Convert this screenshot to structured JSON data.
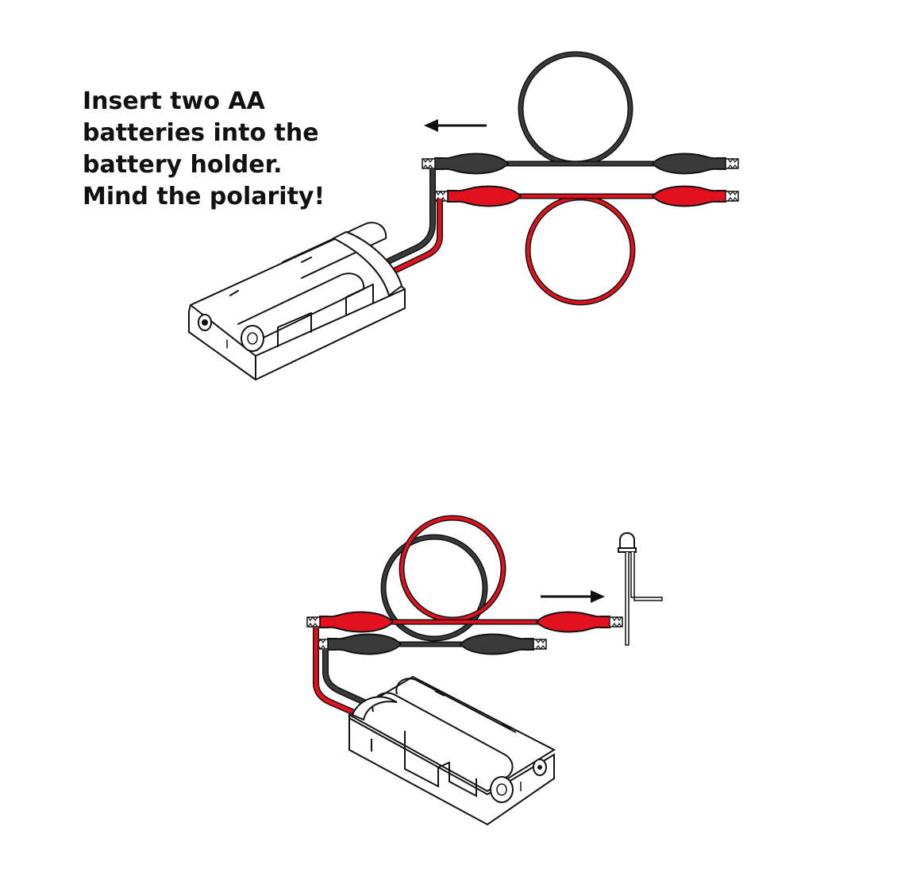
{
  "instruction": {
    "lines": [
      "Insert two AA",
      "batteries into the",
      "battery holder.",
      "Mind the polarity!"
    ]
  },
  "colors": {
    "red_wire": "#e3101e",
    "black_wire": "#3a3a3a",
    "outline": "#111111"
  },
  "icons": {
    "arrow_left": "arrow-left-icon",
    "arrow_right": "arrow-right-icon",
    "led": "led-icon"
  }
}
